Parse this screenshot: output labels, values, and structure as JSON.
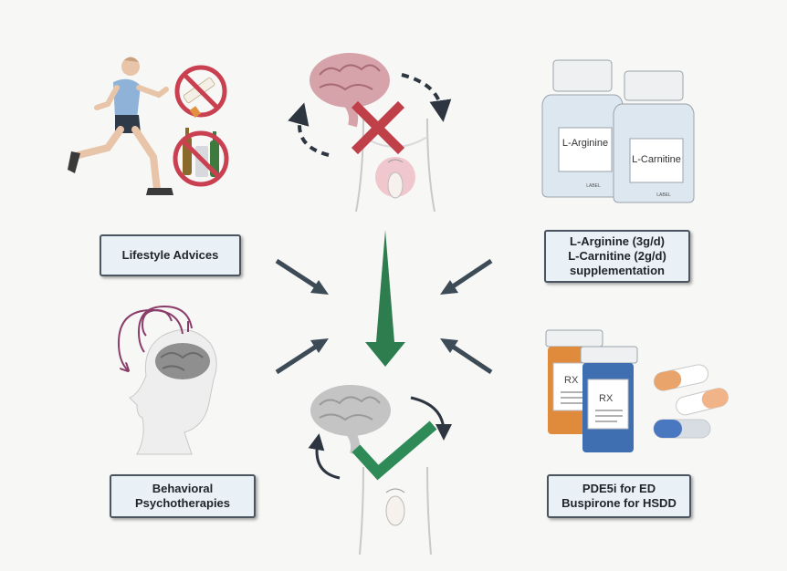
{
  "boxes": {
    "lifestyle": {
      "lines": [
        "Lifestyle Advices"
      ]
    },
    "supplement": {
      "lines": [
        "L-Arginine (3g/d)",
        "L-Carnitine (2g/d)",
        "supplementation"
      ]
    },
    "behavioral": {
      "lines": [
        "Behavioral",
        "Psychotherapies"
      ]
    },
    "pharma": {
      "lines": [
        "PDE5i for ED",
        "Buspirone for HSDD"
      ]
    }
  },
  "bottle_labels": {
    "left": {
      "name": "L-Arginine",
      "small": "LABEL"
    },
    "right": {
      "name": "L-Carnitine",
      "small": "LABEL"
    }
  },
  "rx_label": "RX",
  "colors": {
    "center_arrow": "#2e7d4f",
    "check": "#2e8b57",
    "cross": "#c0404a",
    "gray_arrow": "#3d4b57",
    "box_fill": "#e9f0f6",
    "box_border": "#4a5560",
    "brain_top": "#d9a0a8",
    "brain_bottom": "#b8b8b8"
  },
  "icons": [
    "runner-icon",
    "no-smoking-icon",
    "no-alcohol-icon",
    "brain-x-icon",
    "supplement-bottles-icon",
    "head-cycle-icon",
    "brain-check-icon",
    "pill-bottles-icon"
  ]
}
